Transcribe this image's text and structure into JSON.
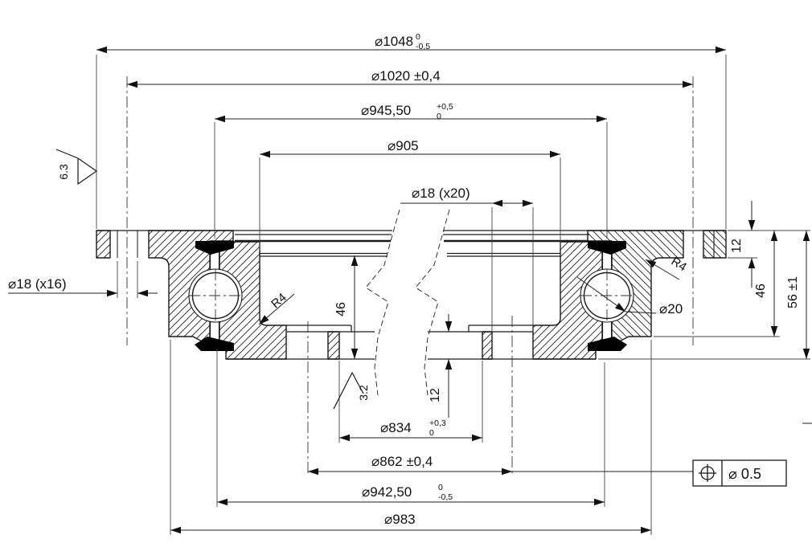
{
  "drawing": {
    "type": "bearing-cross-section",
    "colors": {
      "line": "#1a1a1a",
      "thin": "#333333",
      "seal": "#000000",
      "background": "#ffffff"
    },
    "dimensions": {
      "od_flange": {
        "main": "⌀1048",
        "tol_top": "0",
        "tol_bot": "-0,5"
      },
      "pcd_flange": {
        "main": "⌀1020 ±0,4"
      },
      "top_spigot": {
        "main": "⌀945,50",
        "tol_top": "+0,5",
        "tol_bot": "0"
      },
      "raceway": {
        "main": "⌀905"
      },
      "holes_inner": {
        "main": "⌀18 (x20)"
      },
      "holes_flange": {
        "main": "⌀18 (x16)"
      },
      "bore": {
        "main": "⌀834",
        "tol_top": "+0,3",
        "tol_bot": "0"
      },
      "pcd_inner": {
        "main": "⌀862 ±0,4"
      },
      "bot_spigot": {
        "main": "⌀942,50",
        "tol_top": "0",
        "tol_bot": "-0,5"
      },
      "od_ring": {
        "main": "⌀983"
      },
      "flange_thickness": "12",
      "outer_ring_height": "46",
      "total_height": "56 ±1",
      "inner_recess_height": "46",
      "bottom_lip_height": "12",
      "ball_diameter": "⌀20",
      "fillet_left": "R4",
      "fillet_right": "R4",
      "surface_finish_top": "6.3",
      "surface_finish_bottom": "3.2"
    },
    "gdt_frame": {
      "symbol": "position",
      "value": "⌀ 0.5"
    }
  }
}
